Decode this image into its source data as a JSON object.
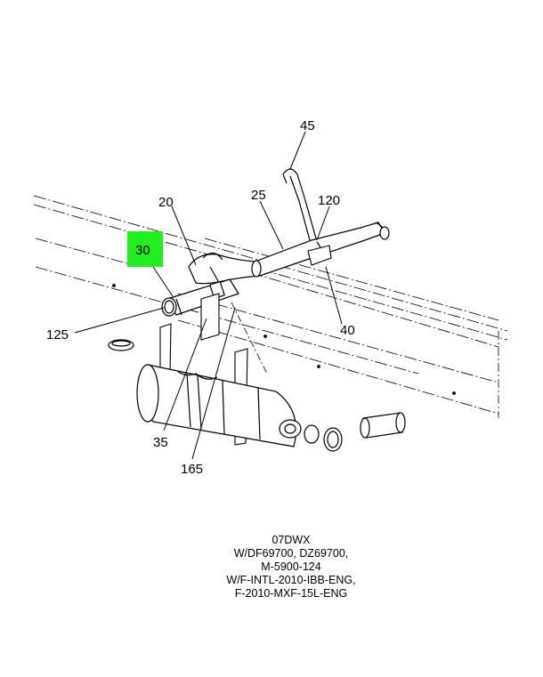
{
  "callouts": {
    "c45": "45",
    "c20": "20",
    "c25": "25",
    "c120": "120",
    "c30": "30",
    "c125": "125",
    "c40": "40",
    "c35": "35",
    "c165": "165"
  },
  "highlight_color": "#22ee22",
  "caption": {
    "line1": "07DWX",
    "line2": "W/DF69700, DZ69700,",
    "line3": "M-5900-124",
    "line4": "W/F-INTL-2010-IBB-ENG,",
    "line5": "F-2010-MXF-15L-ENG"
  }
}
